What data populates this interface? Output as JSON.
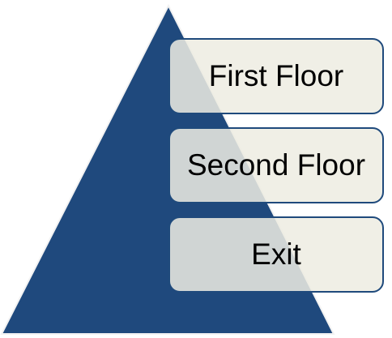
{
  "diagram": {
    "type": "pyramid-list",
    "colors": {
      "pyramid_fill": "#1f497d",
      "pyramid_outline": "#f2f2f2",
      "box_fill": "#eeece1",
      "box_border": "#1f4a7c",
      "text": "#000000"
    },
    "levels": [
      {
        "label": "First Floor"
      },
      {
        "label": "Second Floor"
      },
      {
        "label": "Exit"
      }
    ]
  }
}
